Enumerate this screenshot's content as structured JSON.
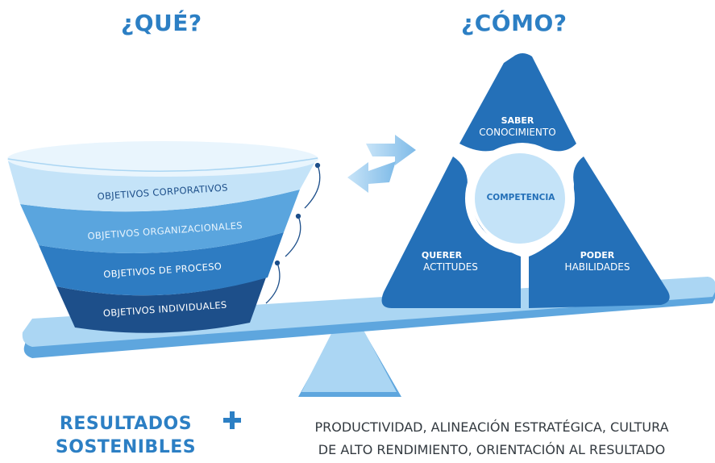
{
  "headings": {
    "que": "¿QUÉ?",
    "como": "¿CÓMO?"
  },
  "funnel": {
    "levels": [
      "OBJETIVOS CORPORATIVOS",
      "OBJETIVOS ORGANIZACIONALES",
      "OBJETIVOS DE PROCESO",
      "OBJETIVOS INDIVIDUALES"
    ]
  },
  "triangle": {
    "saber_title": "SABER",
    "saber_sub": "CONOCIMIENTO",
    "querer_title": "QUERER",
    "querer_sub": "ACTITUDES",
    "poder_title": "PODER",
    "poder_sub": "HABILIDADES",
    "center": "COMPETENCIA"
  },
  "result": {
    "line1": "RESULTADOS",
    "line2": "SOSTENIBLES",
    "benefits_line1": "PRODUCTIVIDAD, ALINEACIÓN ESTRATÉGICA, CULTURA",
    "benefits_line2": "DE ALTO RENDIMIENTO, ORIENTACIÓN AL RESULTADO"
  },
  "colors": {
    "heading": "#2c7fc4",
    "lightest": "#c4e3f8",
    "light": "#5aa5de",
    "mid": "#2e7cc2",
    "dark": "#1d4f8a",
    "triangle": "#2470b8",
    "beam": "#abd6f3",
    "beam_shadow": "#5ea6de"
  }
}
